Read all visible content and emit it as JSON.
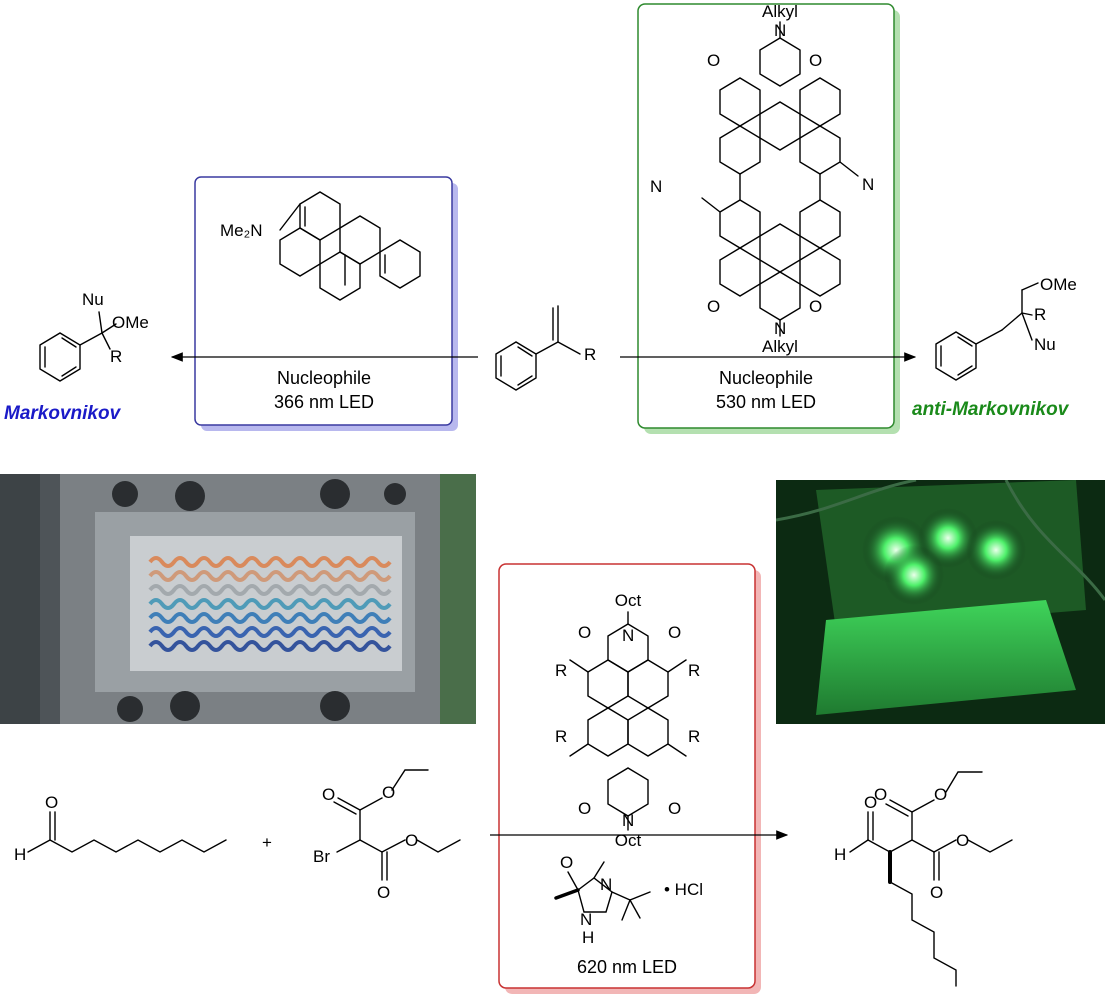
{
  "top_scheme": {
    "left_product": {
      "nu": "Nu",
      "ome": "OMe",
      "r": "R",
      "selectivity": "Markovnikov"
    },
    "substrate": {
      "r": "R"
    },
    "right_product": {
      "ome": "OMe",
      "r": "R",
      "nu": "Nu",
      "selectivity": "anti-Markovnikov"
    },
    "blue_catalyst": {
      "me2n": "Me₂N"
    },
    "blue_conditions": {
      "line1": "Nucleophile",
      "line2": "366 nm LED"
    },
    "green_catalyst": {
      "alkyl_top": "Alkyl",
      "alkyl_bottom": "Alkyl",
      "o": "O",
      "n": "N"
    },
    "green_conditions": {
      "line1": "Nucleophile",
      "line2": "530 nm LED"
    }
  },
  "bottom_scheme": {
    "aldehyde": {
      "h": "H",
      "o": "O"
    },
    "plus": "+",
    "bromomalonate": {
      "br": "Br",
      "o": "O"
    },
    "red_catalyst": {
      "oct_top": "Oct",
      "oct_bottom": "Oct",
      "r": "R",
      "o": "O",
      "n": "N"
    },
    "organocatalyst": {
      "o": "O",
      "n": "N",
      "nh": "H",
      "hcl": "• HCl"
    },
    "red_conditions": {
      "line": "620 nm LED"
    },
    "product": {
      "h": "H",
      "o": "O"
    }
  },
  "colors": {
    "blue_box": "#3a3aa0",
    "blue_shadow": "#b8b8ee",
    "green_box": "#2e8a2e",
    "green_shadow": "#b4e0b0",
    "red_box": "#c83232",
    "red_shadow": "#f2b6b6",
    "markovnikov": "#1a1ac8",
    "anti_markovnikov": "#1a8a1a"
  },
  "icons": {
    "left_photo": "flow-reactor-photo",
    "right_photo": "green-led-reactor-photo"
  }
}
